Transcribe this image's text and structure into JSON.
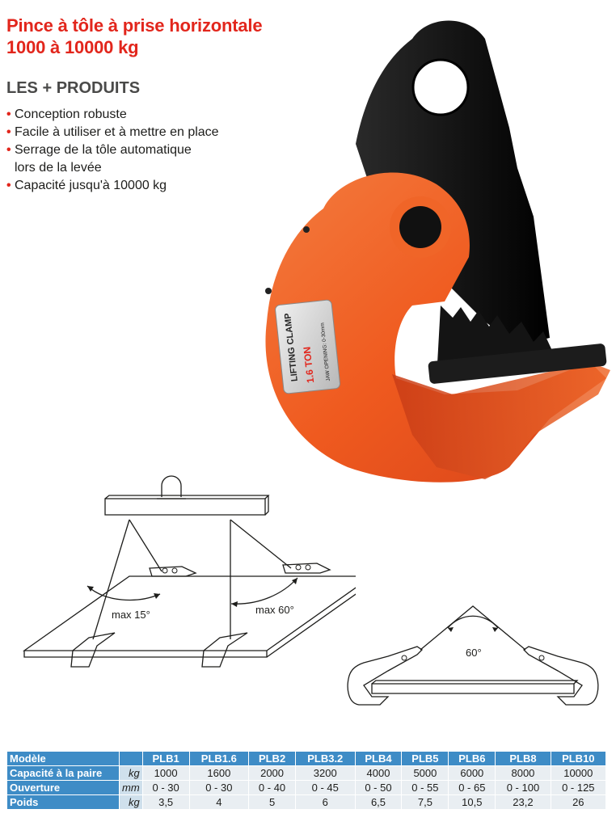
{
  "header": {
    "title_line1": "Pince à tôle à prise horizontale",
    "title_line2": "1000 à 10000 kg",
    "section_title": "LES + PRODUITS"
  },
  "features": [
    "Conception robuste",
    "Facile à utiliser et à mettre en place",
    "Serrage de la tôle automatique",
    "lors de la levée",
    "Capacité jusqu'à 10000 kg"
  ],
  "product_label": {
    "line1": "LIFTING CLAMP",
    "line2": "1.6 TON",
    "line3": "JAW OPENING: 0-30mm"
  },
  "diagram": {
    "angle1": "max 15°",
    "angle2": "max 60°",
    "angle3": "60°"
  },
  "table": {
    "header_label": "Modèle",
    "models": [
      "PLB1",
      "PLB1.6",
      "PLB2",
      "PLB3.2",
      "PLB4",
      "PLB5",
      "PLB6",
      "PLB8",
      "PLB10"
    ],
    "rows": [
      {
        "label": "Capacité à la paire",
        "unit": "kg",
        "values": [
          "1000",
          "1600",
          "2000",
          "3200",
          "4000",
          "5000",
          "6000",
          "8000",
          "10000"
        ]
      },
      {
        "label": "Ouverture",
        "unit": "mm",
        "values": [
          "0 - 30",
          "0 - 30",
          "0 - 40",
          "0 - 45",
          "0 - 50",
          "0 - 55",
          "0 - 65",
          "0 - 100",
          "0 - 125"
        ]
      },
      {
        "label": "Poids",
        "unit": "kg",
        "values": [
          "3,5",
          "4",
          "5",
          "6",
          "6,5",
          "7,5",
          "10,5",
          "23,2",
          "26"
        ]
      }
    ]
  },
  "colors": {
    "title_red": "#e2261c",
    "clamp_orange": "#ef5a1f",
    "clamp_black": "#161616",
    "table_blue": "#3e8cc6",
    "table_cell": "#e9eef2"
  }
}
